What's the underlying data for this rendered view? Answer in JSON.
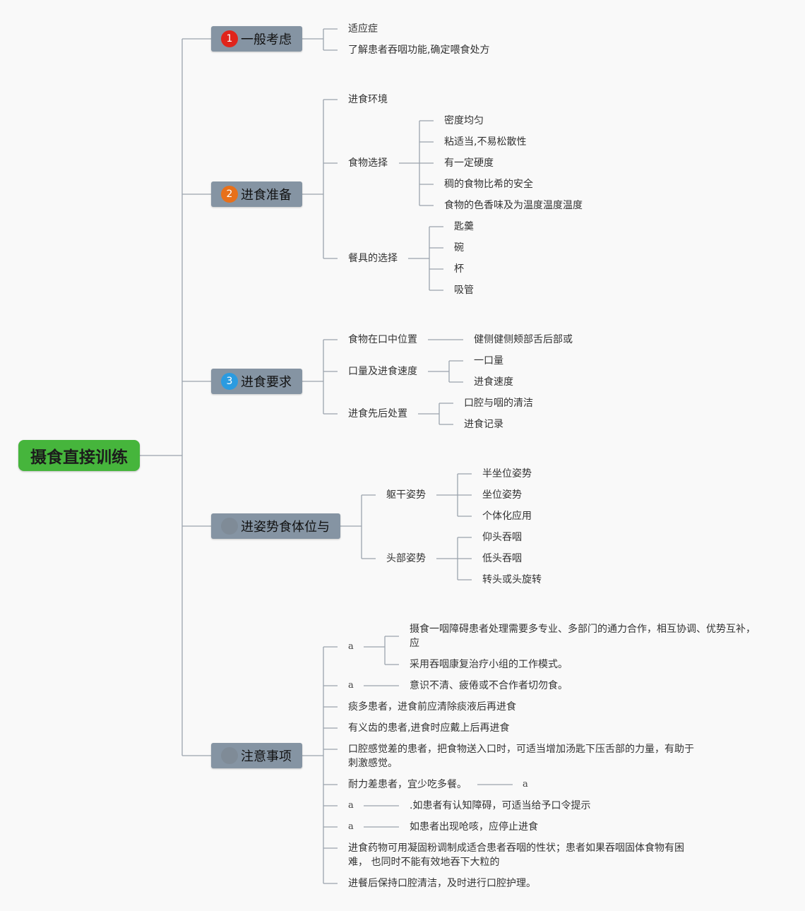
{
  "root": "摄食直接训练",
  "badge_colors": [
    "#e0241b",
    "#e8701a",
    "#2b9be0",
    "#7f8b97",
    "#7f8b97"
  ],
  "branches": [
    {
      "label": "一般考虑",
      "badge": "1",
      "children": [
        "适应症",
        "了解患者吞咽功能,确定喂食处方"
      ]
    },
    {
      "label": "进食准备",
      "badge": "2",
      "env": "进食环境",
      "food": {
        "label": "食物选择",
        "items": [
          "密度均匀",
          "粘适当,不易松散性",
          "有一定硬度",
          "稠的食物比希的安全",
          "食物的色香味及为温度温度温度"
        ]
      },
      "tableware": {
        "label": "餐具的选择",
        "items": [
          "匙羹",
          "碗",
          "杯",
          "吸管"
        ]
      }
    },
    {
      "label": "进食要求",
      "badge": "3",
      "position": {
        "label": "食物在口中位置",
        "item": "健侧健侧颊部舌后部或"
      },
      "amount": {
        "label": "口量及进食速度",
        "items": [
          "一口量",
          "进食速度"
        ]
      },
      "handling": {
        "label": "进食先后处置",
        "items": [
          "口腔与咽的清洁",
          "进食记录"
        ]
      }
    },
    {
      "label": "进姿势食体位与",
      "badge": "",
      "trunk": {
        "label": "躯干姿势",
        "items": [
          "半坐位姿势",
          "坐位姿势",
          "个体化应用"
        ]
      },
      "head": {
        "label": "头部姿势",
        "items": [
          "仰头吞咽",
          "低头吞咽",
          "转头或头旋转"
        ]
      }
    },
    {
      "label": "注意事项",
      "badge": "",
      "mark": "a",
      "team": [
        "摄食一咽障碍患者处理需要多专业、多部门的通力合作，相互协调、优势互补，应",
        "采用吞咽康复治疗小组的工作模式。"
      ],
      "items": [
        "意识不清、疲倦或不合作者切勿食。",
        "痰多患者，进食前应清除痰液后再进食",
        "有义齿的患者,进食时应戴上后再进食",
        "口腔感觉差的患者，把食物送入口时，可适当增加汤匙下压舌部的力量，有助于刺激感觉。",
        "耐力差患者，宜少吃多餐。",
        ".如患者有认知障碍，可适当给予口令提示",
        "如患者出现呛咳，应停止进食",
        "进食药物可用凝固粉调制成适合患者吞咽的性状；患者如果吞咽固体食物有困难，  也同时不能有效地吞下大粒的",
        "进餐后保持口腔清洁，及时进行口腔护理。"
      ]
    }
  ]
}
